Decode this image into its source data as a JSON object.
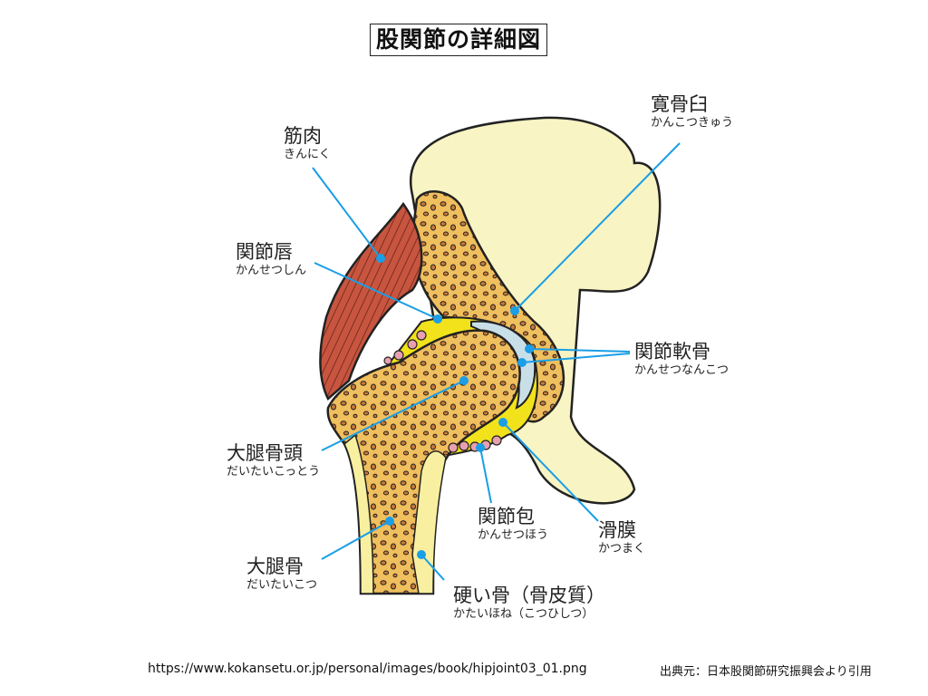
{
  "title": "股関節の詳細図",
  "labels": {
    "muscle": {
      "main": "筋肉",
      "ruby": "きんにく"
    },
    "acetabulum": {
      "main": "寛骨臼",
      "ruby": "かんこつきゅう"
    },
    "labrum": {
      "main": "関節唇",
      "ruby": "かんせつしん"
    },
    "cartilage": {
      "main": "関節軟骨",
      "ruby": "かんせつなんこつ"
    },
    "femoral_head": {
      "main": "大腿骨頭",
      "ruby": "だいたいこっとう"
    },
    "capsule": {
      "main": "関節包",
      "ruby": "かんせつほう"
    },
    "synovium": {
      "main": "滑膜",
      "ruby": "かつまく"
    },
    "femur": {
      "main": "大腿骨",
      "ruby": "だいたいこつ"
    },
    "cortical_bone": {
      "main": "硬い骨（骨皮質）",
      "ruby": "かたいほね（こつひしつ）"
    }
  },
  "footer": {
    "url": "https://www.kokansetu.or.jp/personal/images/book/hipjoint03_01.png",
    "source": "出典元：日本股関節研究振興会より引用"
  },
  "colors": {
    "pointer": "#1a9ee6",
    "pelvis": "#f8f4c4",
    "bone": "#f0bf5e",
    "muscle": "#c8553f",
    "synovial": "#f2e21c"
  }
}
